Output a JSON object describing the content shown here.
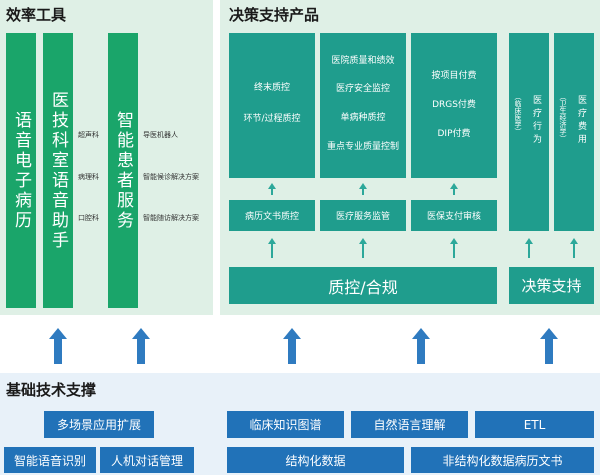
{
  "efficiency": {
    "title": "效率工具",
    "tool1": "语音电子病历",
    "tool2": "医技科室语音助手",
    "depts": [
      "超声科",
      "病理科",
      "口腔科"
    ],
    "tool3": "智能患者服务",
    "services": [
      "导医机器人",
      "智能候诊解决方案",
      "智能随访解决方案"
    ]
  },
  "decision": {
    "title": "决策支持产品",
    "box1": [
      "终末质控",
      "环节/过程质控"
    ],
    "box2": [
      "医院质量和绩效",
      "医疗安全监控",
      "单病种质控",
      "重点专业质量控制"
    ],
    "box3": [
      "按项目付费",
      "DRGS付费",
      "DIP付费"
    ],
    "box4_main": "医疗行为",
    "box4_sub": "（临床医学）",
    "box5_main": "医疗费用",
    "box5_sub": "（卫生经济学）",
    "mid": [
      "病历文书质控",
      "医疗服务监管",
      "医保支付审核"
    ],
    "bar_left": "质控/合规",
    "bar_right": "决策支持"
  },
  "foundation": {
    "title": "基础技术支撑",
    "items": [
      "多场景应用扩展",
      "临床知识图谱",
      "自然语言理解",
      "ETL",
      "智能语音识别",
      "人机对话管理",
      "结构化数据",
      "非结构化数据病历文书"
    ]
  },
  "colors": {
    "panel": "#dff0e6",
    "teal": "#1f9d8d",
    "green": "#1aa56a",
    "blue": "#2172b8",
    "arrow_blue": "#2f7bc0"
  }
}
